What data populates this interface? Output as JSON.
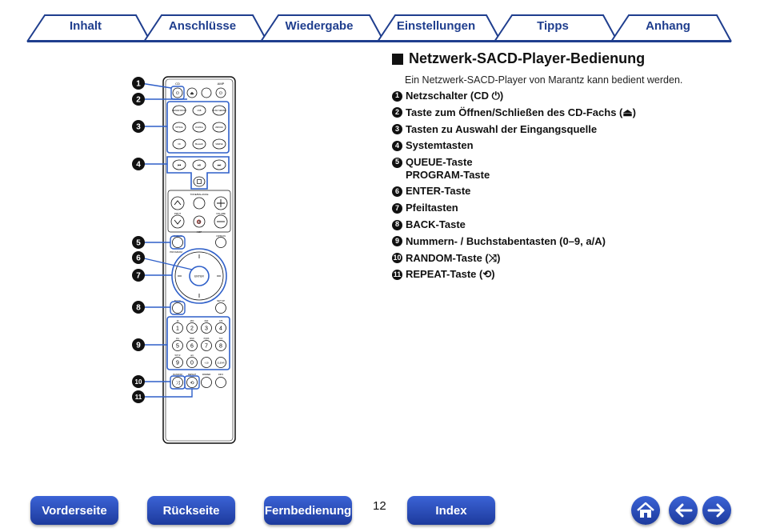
{
  "tabs": [
    "Inhalt",
    "Anschlüsse",
    "Wiedergabe",
    "Einstellungen",
    "Tipps",
    "Anhang"
  ],
  "heading": "Netzwerk-SACD-Player-Bedienung",
  "intro": "Ein Netzwerk-SACD-Player von Marantz kann bedient werden.",
  "items": [
    {
      "num": "1",
      "text": "Netzschalter (CD ⏻)"
    },
    {
      "num": "2",
      "text": "Taste zum Öffnen/Schließen des CD-Fachs (⏏)"
    },
    {
      "num": "3",
      "text": "Tasten zu Auswahl der Eingangsquelle"
    },
    {
      "num": "4",
      "text": "Systemtasten"
    },
    {
      "num": "5",
      "text": "QUEUE-Taste",
      "text2": "PROGRAM-Taste"
    },
    {
      "num": "6",
      "text": "ENTER-Taste"
    },
    {
      "num": "7",
      "text": "Pfeiltasten"
    },
    {
      "num": "8",
      "text": "BACK-Taste"
    },
    {
      "num": "9",
      "text": "Nummern- / Buchstabentasten (0–9, a/A)"
    },
    {
      "num": "10",
      "text": "RANDOM-Taste (⤨)"
    },
    {
      "num": "11",
      "text": "REPEAT-Taste (⟲)"
    }
  ],
  "remote": {
    "cd": "CD",
    "amp": "AMP",
    "sleep": "SLEEP",
    "source_keys": [
      "SERVER FRONT",
      "USB",
      "MUSIC SERVER",
      "OPTICAL",
      "COAXIAL",
      "USB DAC",
      "CD",
      "Bluetooth",
      "SAMPLE"
    ],
    "tone": "TONE/BALANCE",
    "input": "INPUT",
    "volume": "VOLUME",
    "amp_label": "AMP",
    "queue": "QUEUE",
    "option": "OPTION",
    "program": "PROGRAM",
    "enter": "ENTER",
    "back": "BACK",
    "setup": "SETUP",
    "numbers": [
      "1",
      "2",
      "3",
      "4",
      "5",
      "6",
      "7",
      "8",
      "9",
      "0",
      "+10",
      "CLEAR"
    ],
    "letters": [
      ".@/",
      "ABC",
      "DEF",
      "GHI",
      "JKL",
      "MNO",
      "PQRS",
      "TUV",
      "WXYZ",
      "a/A"
    ],
    "bottom": [
      "RANDOM",
      "REPEAT",
      "DIMMER",
      "INFO"
    ]
  },
  "callouts": [
    "1",
    "2",
    "3",
    "4",
    "5",
    "6",
    "7",
    "8",
    "9",
    "10",
    "11"
  ],
  "nav": {
    "front": "Vorderseite",
    "back": "Rückseite",
    "remote": "Fernbedienung",
    "page": "12",
    "index": "Index"
  },
  "colors": {
    "accent": "#1f3e8e",
    "highlight": "#2e5fc9"
  }
}
